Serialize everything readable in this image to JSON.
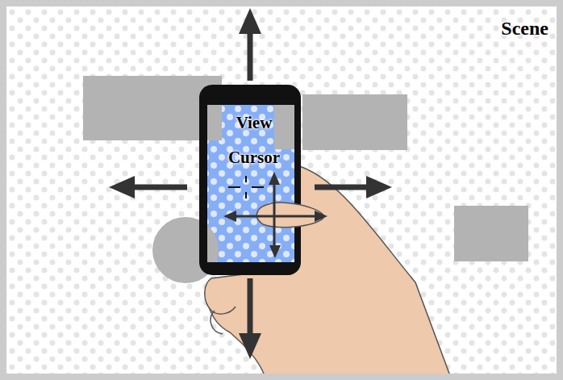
{
  "diagram": {
    "nodes": [
      {
        "text": [
          "Scene"
        ]
      },
      {
        "text": [
          "View",
          "Cursor"
        ],
        "in": 0
      }
    ]
  }
}
